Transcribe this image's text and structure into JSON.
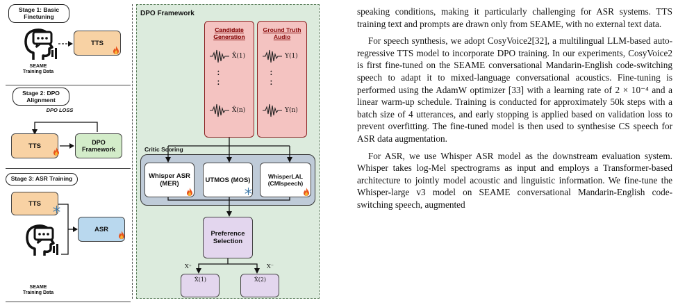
{
  "figure": {
    "stage1": {
      "label": "Stage 1: Basic Finetuning",
      "tts": "TTS",
      "data_caption": "SEAME Training Data"
    },
    "stage2": {
      "label": "Stage 2: DPO Alignment",
      "loss": "DPO LOSS",
      "tts": "TTS",
      "dpo": "DPO Framework"
    },
    "stage3": {
      "label": "Stage 3: ASR Training",
      "tts": "TTS",
      "asr": "ASR",
      "data_caption": "SEAME Training Data"
    },
    "dpo_panel": {
      "title": "DPO Framework",
      "candidate_title": "Candidate Generation",
      "gt_title": "Ground Truth Audio",
      "cand_syms": [
        "X̂(1)",
        "X̂(n)"
      ],
      "gt_syms": [
        "Y(1)",
        "Y(n)"
      ],
      "dots": ":",
      "critic_label": "Critic Scoring",
      "critics": [
        "Whisper ASR (MER)",
        "UTMOS (MOS)",
        "WhisperLAL (CMIspeech)"
      ],
      "preference": "Preference Selection",
      "x_plus": "X⁺",
      "x_minus": "X⁻",
      "out_syms": [
        "X̂(1)",
        "X̂(2)"
      ]
    },
    "colors": {
      "orange": "#f8d2a4",
      "green": "#d3ecc9",
      "blue": "#b9d8ee",
      "lilac": "#e3d6ee",
      "pink": "#f4c3c1",
      "panel": "#dcebdd"
    },
    "icons": [
      "head-speaking-icon",
      "fire-icon",
      "snowflake-icon",
      "waveform-icon"
    ]
  },
  "paper": {
    "p1": "speaking conditions, making it particularly challenging for ASR systems. TTS training text and prompts are drawn only from SEAME, with no external text data.",
    "p2": "For speech synthesis, we adopt CosyVoice2[32], a multilingual LLM-based auto-regressive TTS model to incorporate DPO training. In our experiments, CosyVoice2 is first fine-tuned on the SEAME conversational Mandarin-English code-switching speech to adapt it to mixed-language conversational acoustics. Fine-tuning is performed using the AdamW optimizer [33] with a learning rate of 2 × 10⁻⁴ and a linear warm-up schedule. Training is conducted for approximately 50k steps with a batch size of 4 utterances, and early stopping is applied based on validation loss to prevent overfitting. The fine-tuned model is then used to synthesise CS speech for ASR data augmentation.",
    "p3": "For ASR, we use Whisper ASR model as the downstream evaluation system. Whisper takes log-Mel spectrograms as input and employs a Transformer-based architecture to jointly model acoustic and linguistic information. We fine-tune the Whisper-large v3 model on SEAME conversational Mandarin-English code-switching speech, augmented"
  }
}
